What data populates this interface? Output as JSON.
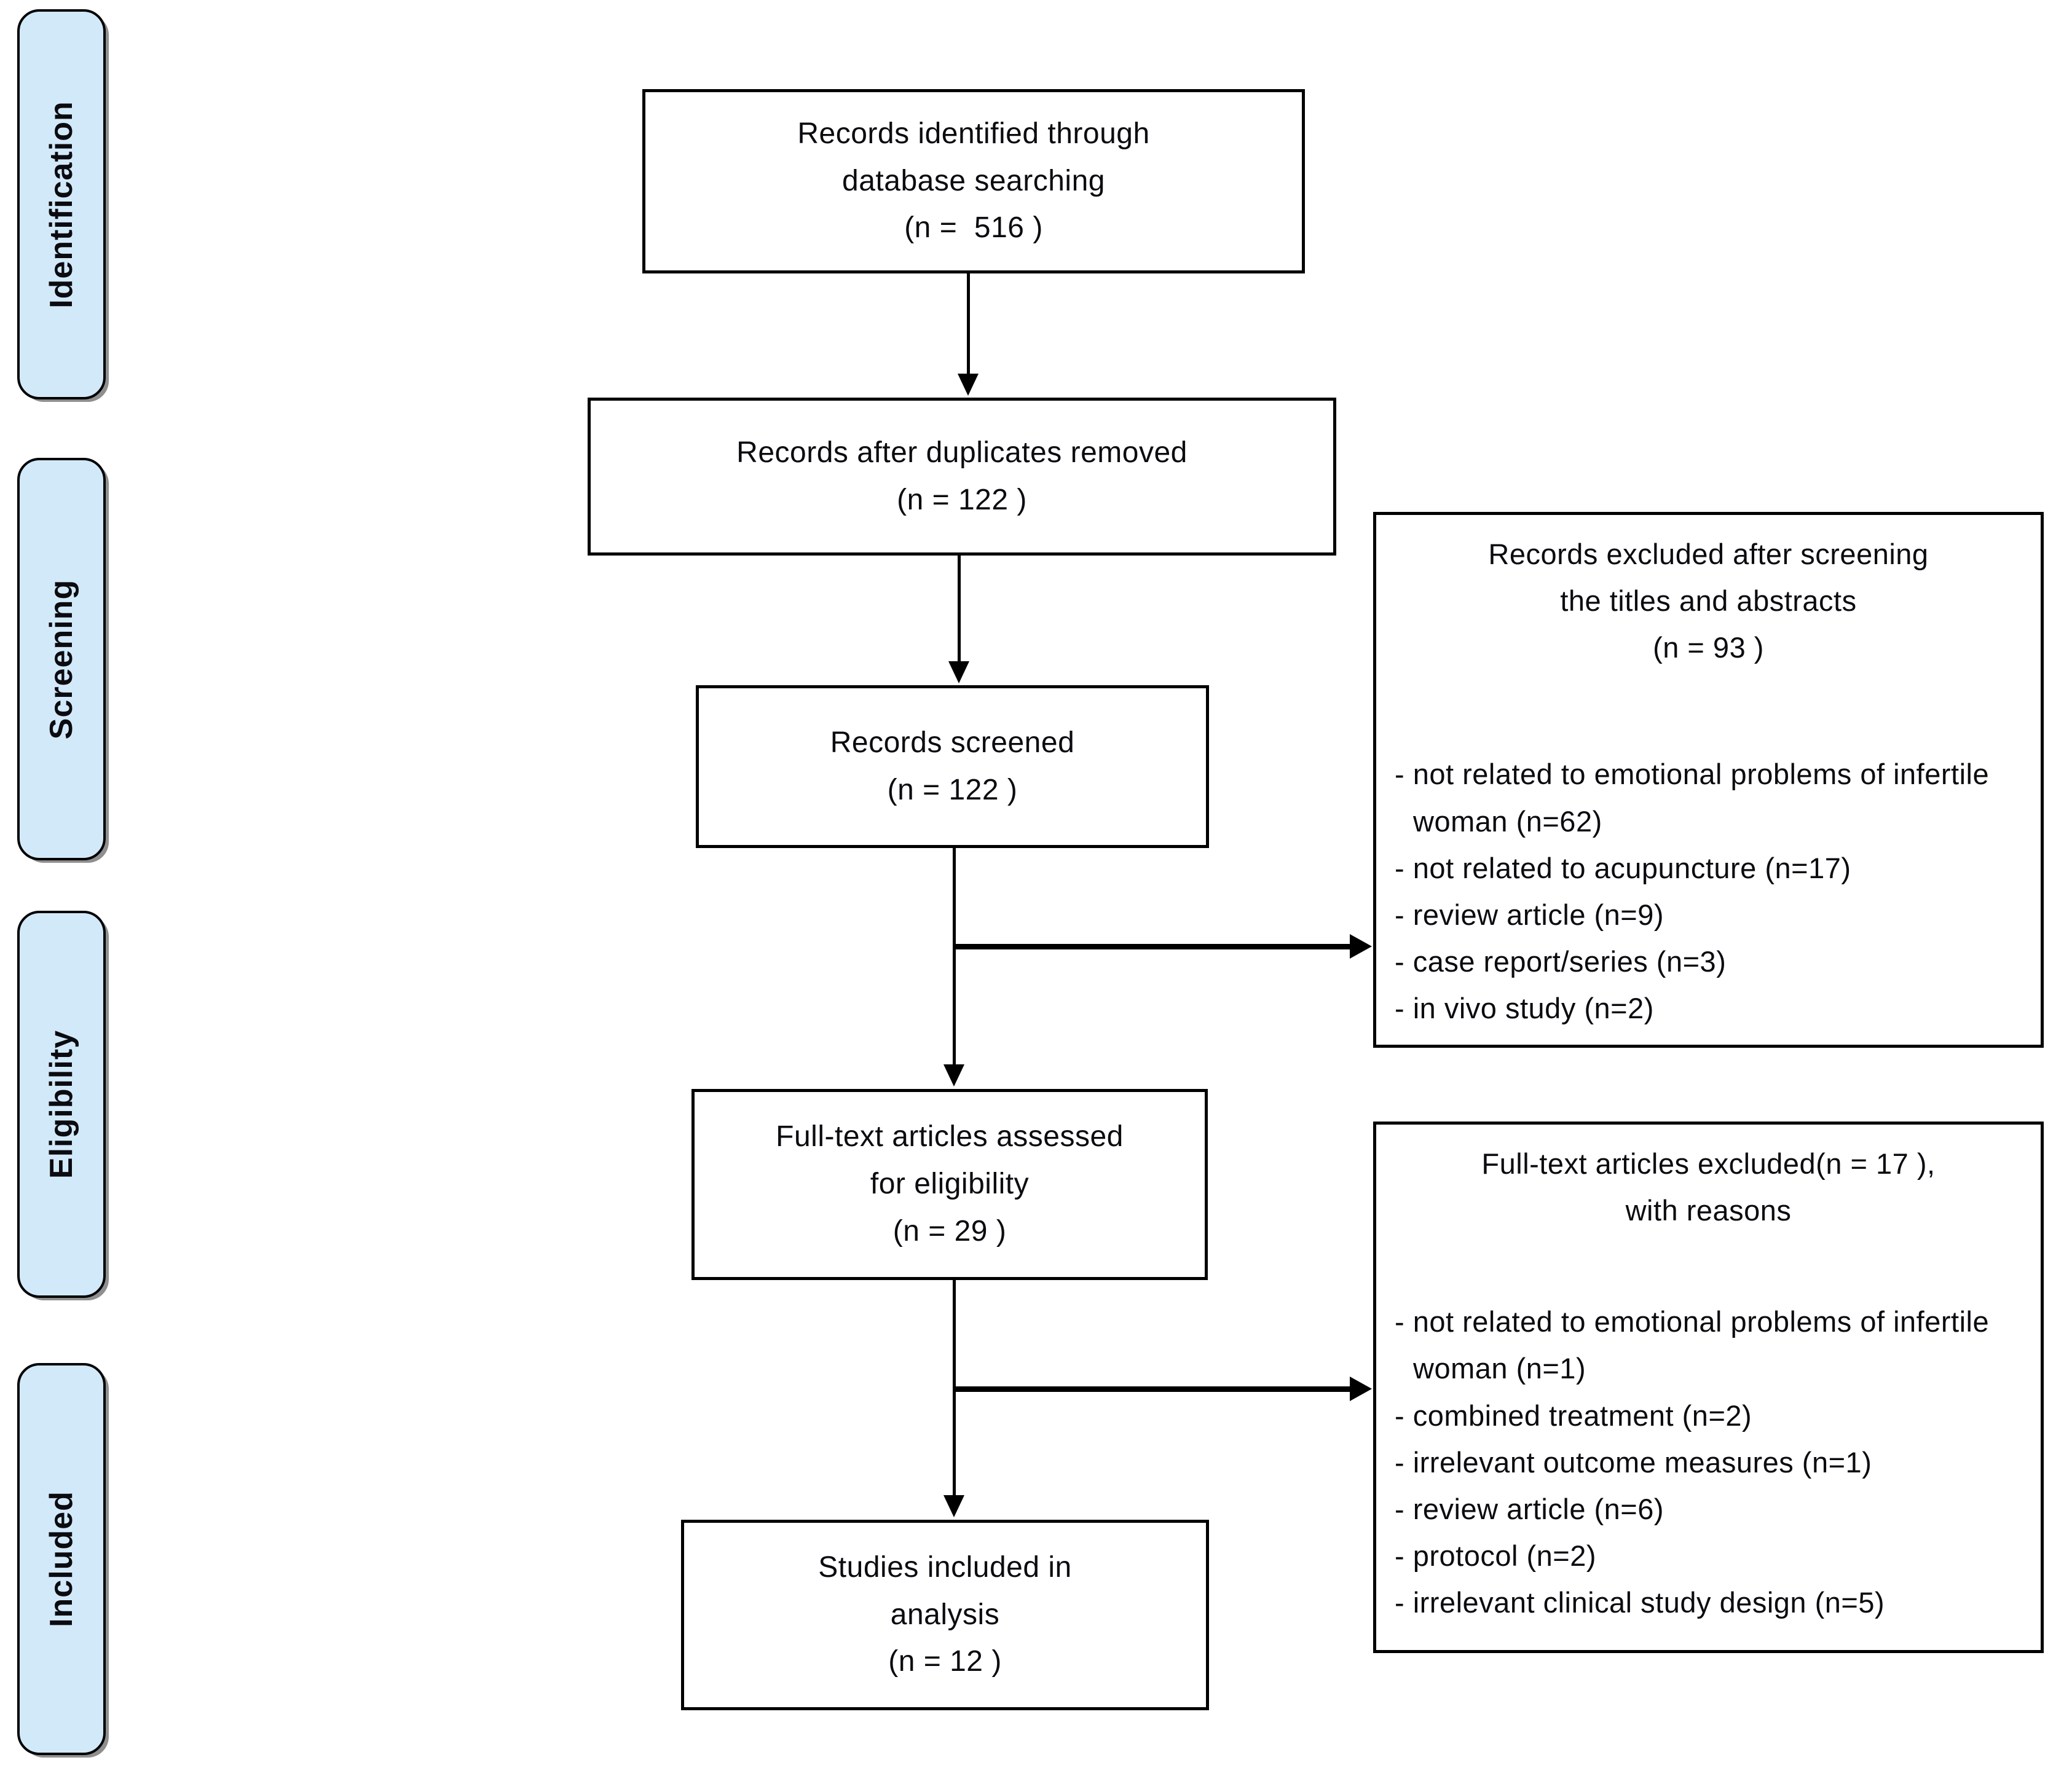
{
  "figure": {
    "kind": "prisma-flow-diagram"
  },
  "colors": {
    "stage_fill": "#d2e9fa",
    "stage_border": "#000000",
    "stage_shadow": "#8f8f8f",
    "box_border": "#000000",
    "text": "#0b0b10",
    "background": "#ffffff"
  },
  "stages": [
    {
      "label": "Identification"
    },
    {
      "label": "Screening"
    },
    {
      "label": "Eligibility"
    },
    {
      "label": "Included"
    }
  ],
  "flow_boxes": [
    {
      "name": "records-identified",
      "lines": [
        "Records identified through",
        "database searching",
        "(n =  516 )"
      ]
    },
    {
      "name": "records-after-duplicates",
      "lines": [
        "Records after duplicates removed",
        "(n = 122 )"
      ]
    },
    {
      "name": "records-screened",
      "lines": [
        "Records screened",
        "(n = 122 )"
      ]
    },
    {
      "name": "fulltext-assessed",
      "lines": [
        "Full-text articles assessed",
        "for eligibility",
        "(n = 29 )"
      ]
    },
    {
      "name": "studies-included",
      "lines": [
        "Studies included in",
        "analysis",
        "(n = 12 )"
      ]
    }
  ],
  "exclusion_boxes": [
    {
      "name": "records-excluded-after-screening",
      "title_lines": [
        "Records excluded after screening",
        "the titles and abstracts",
        "(n = 93 )"
      ],
      "reasons": [
        "- not related to emotional problems of infertile woman (n=62)",
        "- not related to acupuncture (n=17)",
        "- review article (n=9)",
        "- case report/series (n=3)",
        "- in vivo study (n=2)"
      ]
    },
    {
      "name": "fulltext-articles-excluded",
      "title_lines": [
        "Full-text articles excluded(n = 17 ),",
        "with reasons"
      ],
      "reasons": [
        "- not related to emotional problems of infertile woman (n=1)",
        "- combined treatment (n=2)",
        "- irrelevant outcome measures (n=1)",
        "- review article (n=6)",
        "- protocol (n=2)",
        "- irrelevant clinical study design (n=5)"
      ]
    }
  ]
}
